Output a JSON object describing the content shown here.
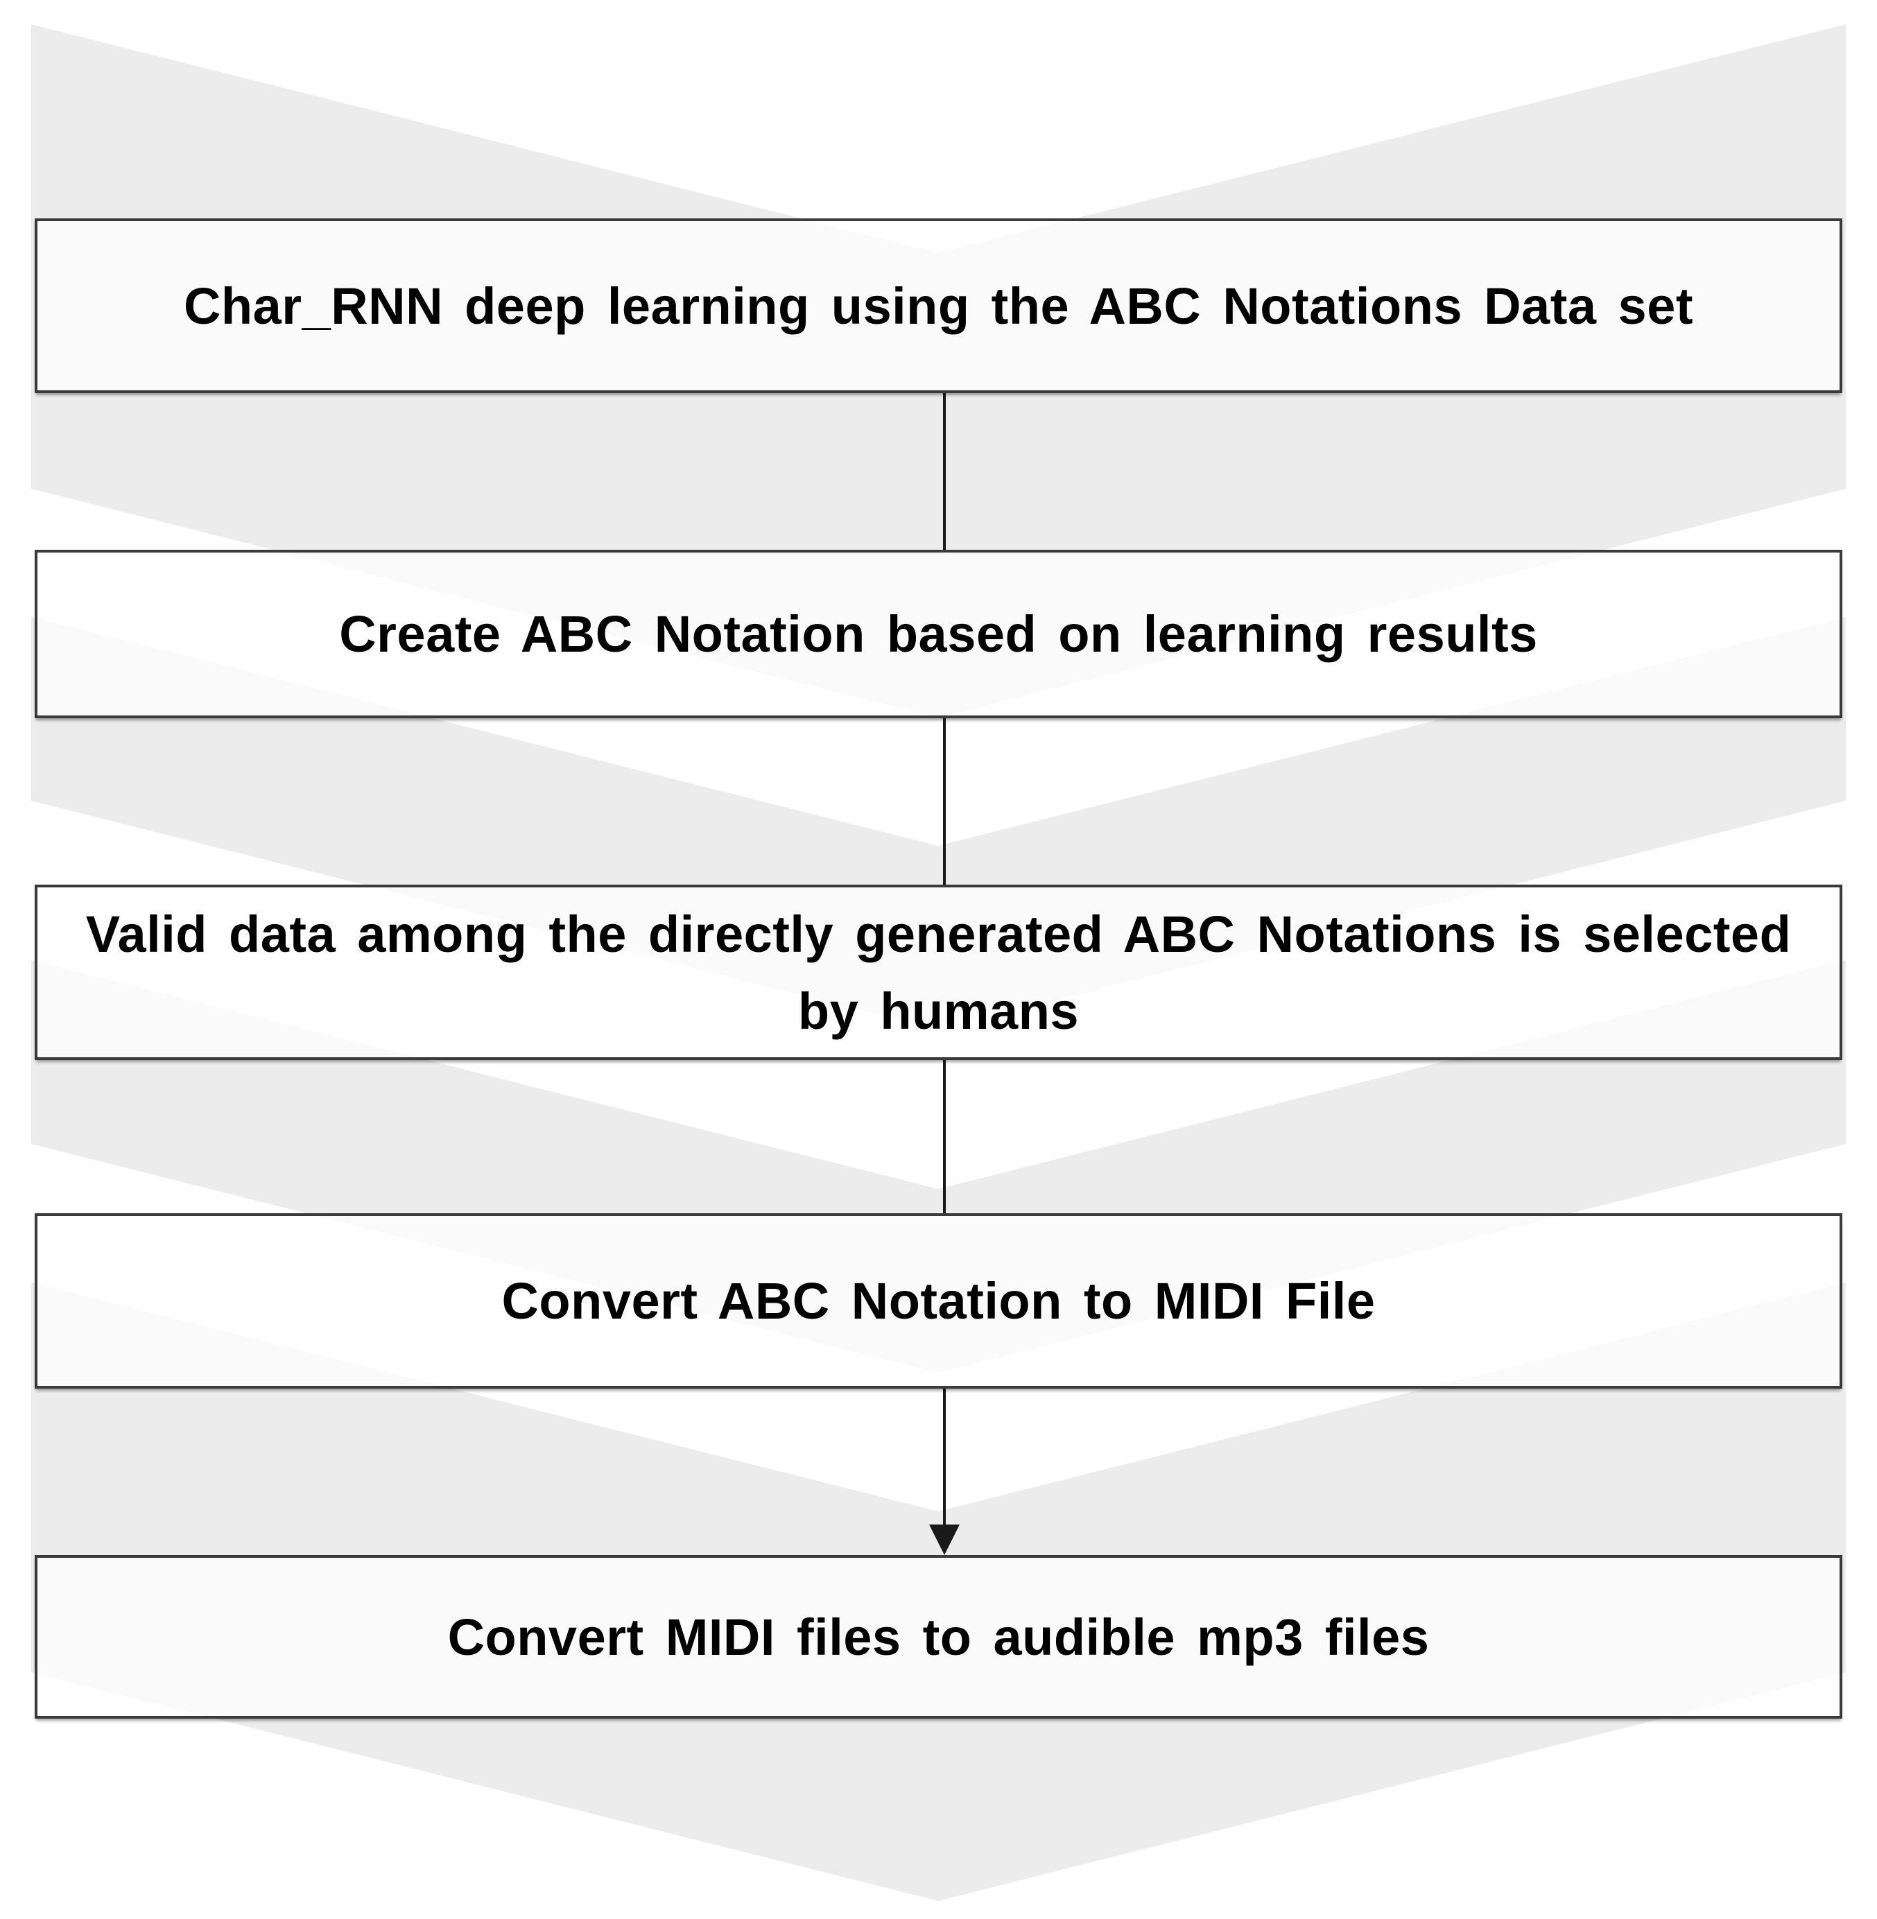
{
  "figure": {
    "kind": "flowchart",
    "direction": "top-down"
  },
  "flow": {
    "steps": [
      {
        "label": "Char_RNN deep learning using the ABC Notations Data set"
      },
      {
        "label": "Create ABC Notation based on learning results"
      },
      {
        "label": "Valid data among the directly generated ABC Notations is selected by humans"
      },
      {
        "label": "Convert ABC Notation to MIDI File"
      },
      {
        "label": "Convert MIDI files to audible mp3 files"
      }
    ],
    "connectors": [
      {
        "from": 1,
        "to": 2,
        "arrow": false
      },
      {
        "from": 2,
        "to": 3,
        "arrow": false
      },
      {
        "from": 3,
        "to": 4,
        "arrow": false
      },
      {
        "from": 4,
        "to": 5,
        "arrow": true
      }
    ]
  },
  "theme": {
    "page_background": "#ffffff",
    "chevron_gray": "#ececec",
    "box_border": "#3a3a3a",
    "box_fill": "#ffffff",
    "connector_line": "#1a1a1a",
    "text_color": "#000000"
  }
}
